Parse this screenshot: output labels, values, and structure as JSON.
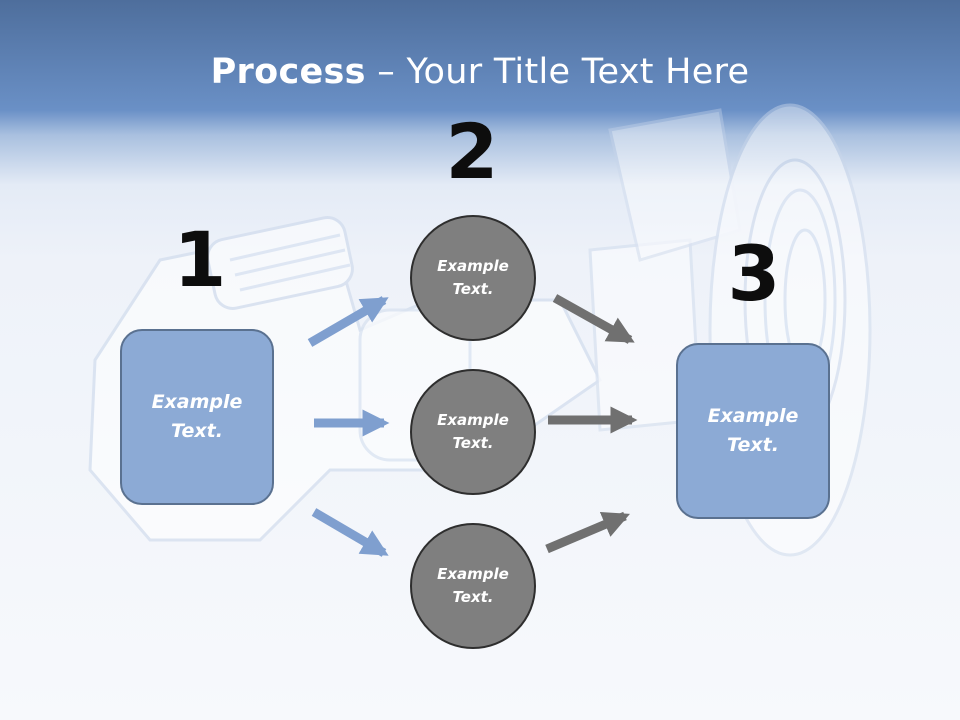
{
  "slide": {
    "title_bold": "Process",
    "title_rest": " – Your Title Text Here"
  },
  "steps": {
    "one": "1",
    "two": "2",
    "three": "3"
  },
  "left_box": {
    "line1": "Example",
    "line2": "Text."
  },
  "right_box": {
    "line1": "Example",
    "line2": "Text."
  },
  "circles": [
    {
      "line1": "Example",
      "line2": "Text."
    },
    {
      "line1": "Example",
      "line2": "Text."
    },
    {
      "line1": "Example",
      "line2": "Text."
    }
  ],
  "colors": {
    "box_fill": "#8caad5",
    "circle_fill": "#7f7f7f",
    "blue_arrow": "#7f9fcf",
    "gray_arrow": "#707070"
  }
}
